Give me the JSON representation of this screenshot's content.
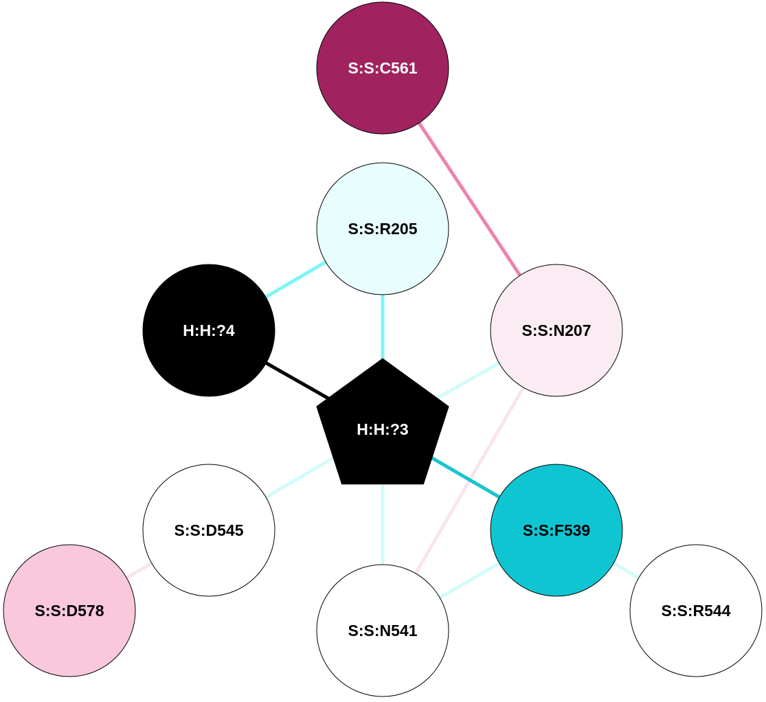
{
  "nodes": [
    {
      "id": "C561",
      "label": "S:S:C561",
      "shape": "circle",
      "fill": "#a0235f",
      "text_color": "#ffffff"
    },
    {
      "id": "R205",
      "label": "S:S:R205",
      "shape": "circle",
      "fill": "#e8fefe",
      "text_color": "#000000"
    },
    {
      "id": "N207",
      "label": "S:S:N207",
      "shape": "circle",
      "fill": "#fbecf3",
      "text_color": "#000000"
    },
    {
      "id": "H4",
      "label": "H:H:?4",
      "shape": "circle",
      "fill": "#000000",
      "text_color": "#ffffff"
    },
    {
      "id": "H3",
      "label": "H:H:?3",
      "shape": "pentagon",
      "fill": "#000000",
      "text_color": "#ffffff"
    },
    {
      "id": "D545",
      "label": "S:S:D545",
      "shape": "circle",
      "fill": "#ffffff",
      "text_color": "#000000"
    },
    {
      "id": "F539",
      "label": "S:S:F539",
      "shape": "circle",
      "fill": "#10c5d2",
      "text_color": "#000000"
    },
    {
      "id": "D578",
      "label": "S:S:D578",
      "shape": "circle",
      "fill": "#f9c8dc",
      "text_color": "#000000"
    },
    {
      "id": "N541",
      "label": "S:S:N541",
      "shape": "circle",
      "fill": "#ffffff",
      "text_color": "#000000"
    },
    {
      "id": "R544",
      "label": "S:S:R544",
      "shape": "circle",
      "fill": "#ffffff",
      "text_color": "#000000"
    }
  ],
  "edges": [
    {
      "from": "C561",
      "to": "N207",
      "color": "#ee82ae"
    },
    {
      "from": "H4",
      "to": "R205",
      "color": "#7ef6f6"
    },
    {
      "from": "R205",
      "to": "H3",
      "color": "#7ef6f6"
    },
    {
      "from": "H4",
      "to": "H3",
      "color": "#000000"
    },
    {
      "from": "H3",
      "to": "N207",
      "color": "#d3fbfb"
    },
    {
      "from": "N207",
      "to": "N541",
      "color": "#fbe4ec"
    },
    {
      "from": "H3",
      "to": "F539",
      "color": "#17c5cf"
    },
    {
      "from": "H3",
      "to": "D545",
      "color": "#d3fbfb"
    },
    {
      "from": "H3",
      "to": "N541",
      "color": "#d3fbfb"
    },
    {
      "from": "D545",
      "to": "D578",
      "color": "#fbe4ec"
    },
    {
      "from": "F539",
      "to": "N541",
      "color": "#d3fbfb"
    },
    {
      "from": "F539",
      "to": "R544",
      "color": "#d3fbfb"
    }
  ]
}
